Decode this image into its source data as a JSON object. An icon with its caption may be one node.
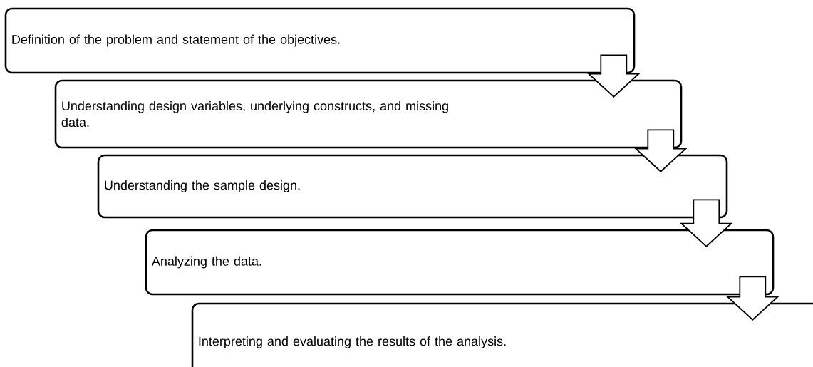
{
  "diagram": {
    "nodes": [
      {
        "text": [
          "Definition of the problem and statement of the objectives."
        ]
      },
      {
        "text": [
          "Understanding design variables, underlying constructs, and missing data."
        ]
      },
      {
        "text": [
          "Understanding the sample design."
        ]
      },
      {
        "text": [
          "Analyzing the data."
        ]
      },
      {
        "text": [
          "Interpreting and evaluating the results of the analysis."
        ]
      }
    ],
    "edges": [
      {
        "from": 0,
        "to": 1,
        "arrow": "to"
      },
      {
        "from": 1,
        "to": 2,
        "arrow": "to"
      },
      {
        "from": 2,
        "to": 3,
        "arrow": "to"
      },
      {
        "from": 3,
        "to": 4,
        "arrow": "to"
      }
    ]
  }
}
